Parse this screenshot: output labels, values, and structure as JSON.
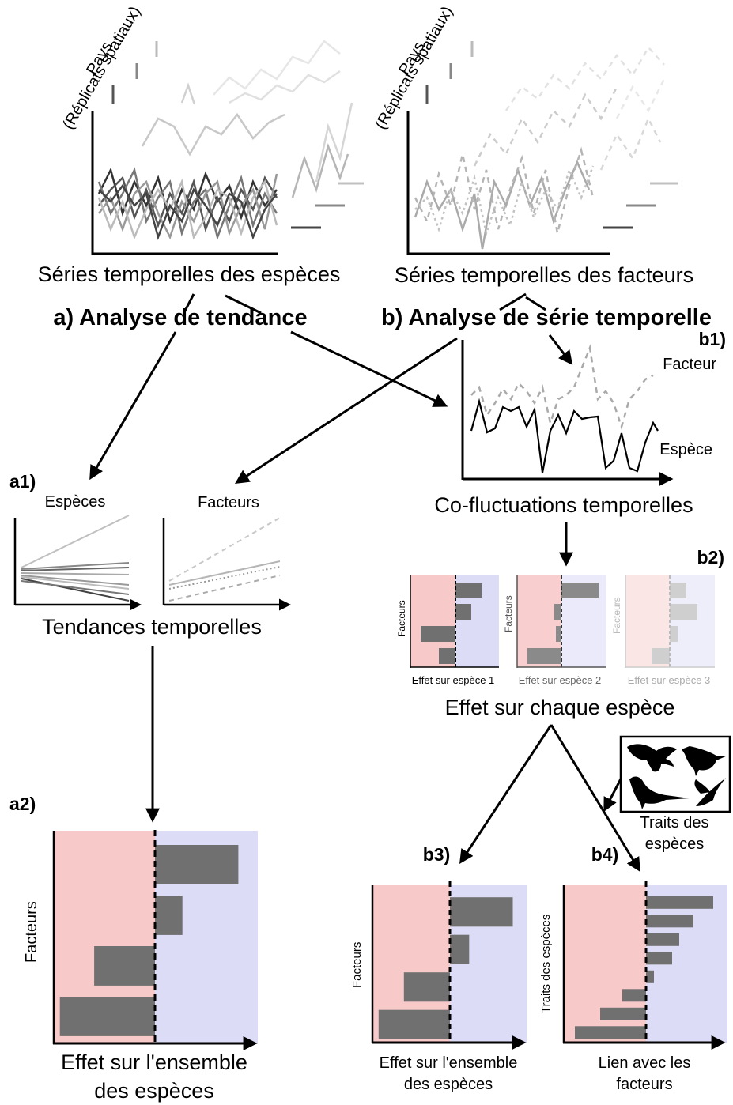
{
  "top": {
    "species_series_title": "Séries temporelles des espèces",
    "factor_series_title": "Séries temporelles des facteurs",
    "pays": "Pays",
    "replicats": "(Réplicats spatiaux)"
  },
  "analysis": {
    "a": "a) Analyse de tendance",
    "b": "b) Analyse de série temporelle"
  },
  "b1": {
    "label": "b1)",
    "factor": "Facteur",
    "species": "Espèce",
    "caption": "Co-fluctuations temporelles"
  },
  "a1": {
    "label": "a1)",
    "species": "Espèces",
    "factors": "Facteurs",
    "caption": "Tendances temporelles"
  },
  "b2": {
    "label": "b2)",
    "facteurs": "Facteurs",
    "effect1": "Effet sur espèce 1",
    "effect2": "Effet sur espèce 2",
    "effect3": "Effet sur espèce 3",
    "caption": "Effet sur chaque espèce"
  },
  "traits": {
    "line1": "Traits des",
    "line2": "espèces"
  },
  "a2": {
    "label": "a2)",
    "ylabel": "Facteurs",
    "caption1": "Effet sur l'ensemble",
    "caption2": "des espèces",
    "values": [
      0.85,
      0.28,
      -0.62,
      -0.97
    ]
  },
  "b3": {
    "label": "b3)",
    "ylabel": "Facteurs",
    "caption1": "Effet sur l'ensemble",
    "caption2": "des espèces",
    "values": [
      0.82,
      0.25,
      -0.6,
      -0.93
    ]
  },
  "b4": {
    "label": "b4)",
    "ylabel": "Traits des espèces",
    "caption1": "Lien avec les",
    "caption2": "facteurs",
    "values": [
      0.85,
      0.6,
      0.42,
      0.33,
      0.1,
      -0.3,
      -0.58,
      -0.9
    ]
  },
  "colors": {
    "negative_panel": "#f7c9c9",
    "positive_panel": "#dcdcf6",
    "bar": "#707070"
  }
}
